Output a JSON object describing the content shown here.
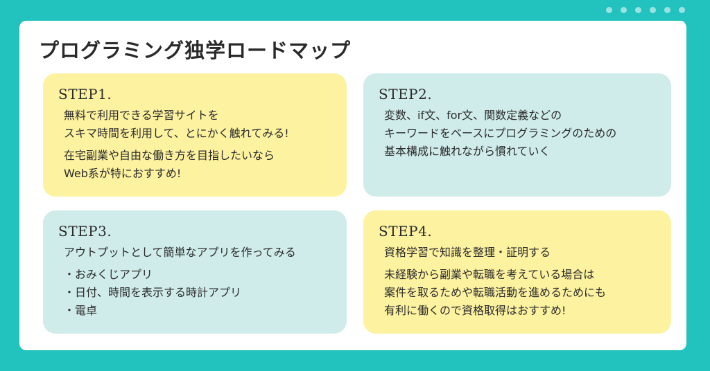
{
  "page_title": "プログラミング独学ロードマップ",
  "steps": [
    {
      "label": "STEP1.",
      "paragraphs": [
        [
          "無料で利用できる学習サイトを",
          "スキマ時間を利用して、とにかく触れてみる!"
        ],
        [
          "在宅副業や自由な働き方を目指したいなら",
          "Web系が特におすすめ!"
        ]
      ]
    },
    {
      "label": "STEP2.",
      "paragraphs": [
        [
          "変数、if文、for文、関数定義などの",
          "キーワードをベースにプログラミングのための",
          "基本構成に触れながら慣れていく"
        ]
      ]
    },
    {
      "label": "STEP3.",
      "paragraphs": [
        [
          "アウトプットとして簡単なアプリを作ってみる"
        ],
        [
          "・おみくじアプリ",
          "・日付、時間を表示する時計アプリ",
          "・電卓"
        ]
      ]
    },
    {
      "label": "STEP4.",
      "paragraphs": [
        [
          "資格学習で知識を整理・証明する"
        ],
        [
          "未経験から副業や転職を考えている場合は",
          "案件を取るためや転職活動を進めるためにも",
          "有利に働くので資格取得はおすすめ!"
        ]
      ]
    }
  ],
  "colors": {
    "background": "#22c2bf",
    "yellow_card": "#fdf2a0",
    "mint_card": "#cfeceb"
  }
}
